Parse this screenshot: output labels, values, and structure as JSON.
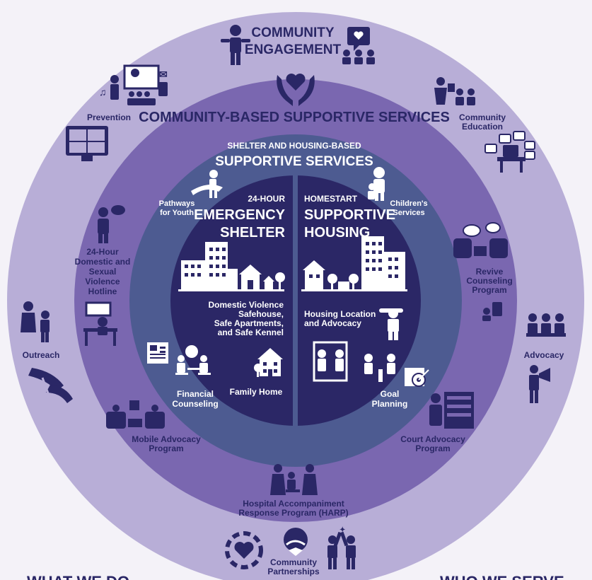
{
  "colors": {
    "outer_ring": "#b8aed7",
    "middle_ring": "#7a67b0",
    "inner_ring": "#4d5b91",
    "core": "#2b2766",
    "ink": "#2a2766",
    "white": "#ffffff"
  },
  "outer": {
    "engagement_line1": "COMMUNITY",
    "engagement_line2": "ENGAGEMENT",
    "prevention": "Prevention",
    "education_line1": "Community",
    "education_line2": "Education",
    "outreach": "Outreach",
    "advocacy": "Advocacy",
    "partnerships_line1": "Community",
    "partnerships_line2": "Partnerships"
  },
  "middle": {
    "title": "COMMUNITY-BASED SUPPORTIVE SERVICES",
    "hotline": [
      "24-Hour",
      "Domestic and",
      "Sexual",
      "Violence",
      "Hotline"
    ],
    "revive": [
      "Revive",
      "Counseling",
      "Program"
    ],
    "mobile": [
      "Mobile Advocacy",
      "Program"
    ],
    "court": [
      "Court Advocacy",
      "Program"
    ],
    "harp": [
      "Hospital Accompaniment",
      "Response Program (HARP)"
    ]
  },
  "inner": {
    "subtitle": "SHELTER AND HOUSING-BASED",
    "title": "SUPPORTIVE SERVICES",
    "pathways": [
      "Pathways",
      "for Youth"
    ],
    "childrens": [
      "Children's",
      "Services"
    ]
  },
  "core": {
    "left_small": "24-HOUR",
    "left_line1": "EMERGENCY",
    "left_line2": "SHELTER",
    "right_small": "HOMESTART",
    "right_line1": "SUPPORTIVE",
    "right_line2": "HOUSING",
    "safehouse": [
      "Domestic Violence",
      "Safehouse,",
      "Safe Apartments,",
      "and Safe Kennel"
    ],
    "housing_location": [
      "Housing Location",
      "and Advocacy"
    ],
    "financial": [
      "Financial",
      "Counseling"
    ],
    "family_home": "Family Home",
    "goal": [
      "Goal",
      "Planning"
    ]
  },
  "footer": {
    "left": "WHAT WE DO",
    "right": "WHO WE SERVE"
  },
  "icons": [
    "speaker-icon",
    "heart-chat-icon",
    "hands-heart-icon",
    "presentation-icon",
    "video-call-icon",
    "teacher-icon",
    "online-learning-icon",
    "phone-caller-icon",
    "counseling-icon",
    "outreach-people-icon",
    "support-hands-icon",
    "desk-call-icon",
    "advocacy-group-icon",
    "megaphone-icon",
    "video-counsel-icon",
    "mobile-advocacy-icon",
    "court-icon",
    "hospital-icon",
    "heart-circle-icon",
    "handshake-icon",
    "high-five-icon",
    "youth-icon",
    "child-icon",
    "buildings-icon",
    "houses-icon",
    "financial-icon",
    "family-home-icon",
    "housing-location-icon",
    "goal-icon"
  ]
}
